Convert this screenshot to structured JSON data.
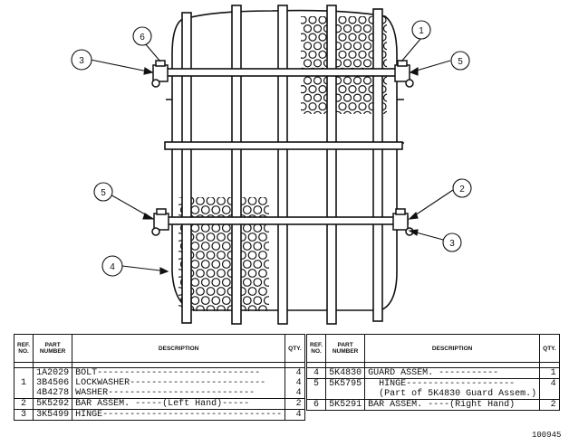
{
  "callouts": [
    {
      "num": "1",
      "target": "lockwasher-bolt-top-right"
    },
    {
      "num": "2",
      "target": "bar-assem-right-lower"
    },
    {
      "num": "3",
      "target": "hinge-top-left"
    },
    {
      "num": "3",
      "target": "hinge-bottom-right"
    },
    {
      "num": "4",
      "target": "guard-assem"
    },
    {
      "num": "5",
      "target": "hinge-top-right"
    },
    {
      "num": "5",
      "target": "hinge-lower-left"
    },
    {
      "num": "6",
      "target": "bar-assem-top-left"
    }
  ],
  "table_left": {
    "headers": {
      "ref": "REF. NO.",
      "part": "PART NUMBER",
      "desc": "DESCRIPTION",
      "qty": "QTY."
    },
    "rows": [
      {
        "ref": "1",
        "parts": [
          "1A2029",
          "3B4506",
          "4B4278"
        ],
        "descs": [
          "BOLT",
          "LOCKWASHER",
          "WASHER"
        ],
        "qtys": [
          "4",
          "4",
          "4"
        ]
      },
      {
        "ref": "2",
        "parts": [
          "5K5292"
        ],
        "descs": [
          "BAR ASSEM. -----(Left Hand)"
        ],
        "qtys": [
          "2"
        ]
      },
      {
        "ref": "3",
        "parts": [
          "3K5499"
        ],
        "descs": [
          "HINGE"
        ],
        "qtys": [
          "4"
        ]
      }
    ]
  },
  "table_right": {
    "headers": {
      "ref": "REF. NO.",
      "part": "PART NUMBER",
      "desc": "DESCRIPTION",
      "qty": "QTY."
    },
    "rows": [
      {
        "ref": "4",
        "parts": [
          "5K4830"
        ],
        "descs": [
          "GUARD ASSEM."
        ],
        "qtys": [
          "1"
        ]
      },
      {
        "ref": "5",
        "parts": [
          "5K5795"
        ],
        "descs": [
          "HINGE",
          "(Part of 5K4830 Guard Assem.)"
        ],
        "qtys": [
          "4",
          ""
        ]
      },
      {
        "ref": "6",
        "parts": [
          "5K5291"
        ],
        "descs": [
          "BAR ASSEM. ----(Right Hand)"
        ],
        "qtys": [
          "2"
        ]
      }
    ]
  },
  "figure_number": "100945"
}
